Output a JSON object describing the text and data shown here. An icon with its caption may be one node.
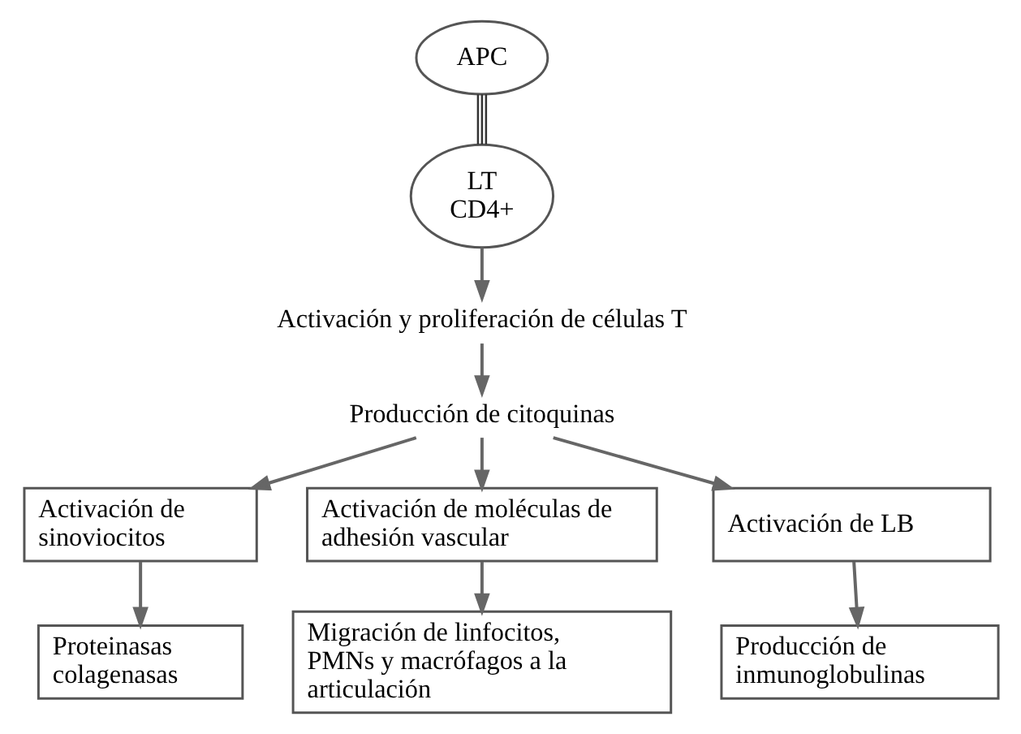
{
  "diagram": {
    "nodes": [
      {
        "text": [
          "APC"
        ]
      },
      {
        "text": [
          "LT CD4+"
        ]
      },
      {
        "text": [
          "Activación y proliferación de células T"
        ]
      },
      {
        "text": [
          "Producción de citoquinas"
        ]
      },
      {
        "text": [
          "Activación de sinoviocitos"
        ]
      },
      {
        "text": [
          "Activación de moléculas de adhesión vascular"
        ]
      },
      {
        "text": [
          "Activación de LB"
        ]
      },
      {
        "text": [
          "Proteinasas colagenasas"
        ]
      },
      {
        "text": [
          "Migración de linfocitos, PMNs y macrófagos a la articulación"
        ]
      },
      {
        "text": [
          "Producción de inmunoglobulinas"
        ]
      }
    ],
    "edges": [
      {
        "from": 0,
        "to": 1,
        "arrow": "none",
        "color": "#333333"
      },
      {
        "from": 1,
        "to": 2,
        "arrow": "to"
      },
      {
        "from": 2,
        "to": 3,
        "arrow": "to"
      },
      {
        "from": 3,
        "to": 4,
        "arrow": "to"
      },
      {
        "from": 3,
        "to": 5,
        "arrow": "to"
      },
      {
        "from": 3,
        "to": 6,
        "arrow": "to"
      },
      {
        "from": 4,
        "to": 7,
        "arrow": "to"
      },
      {
        "from": 5,
        "to": 8,
        "arrow": "to"
      },
      {
        "from": 6,
        "to": 9,
        "arrow": "to"
      }
    ]
  }
}
